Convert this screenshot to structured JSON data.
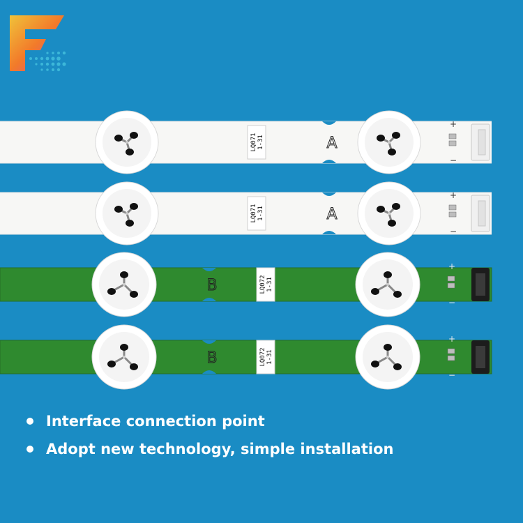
{
  "brand": {
    "logo_letter": "F",
    "colors": [
      "#f27a2a",
      "#f0c23a",
      "#d94a8c",
      "#3cb7d9"
    ]
  },
  "background_color": "#1a8cc4",
  "strips": [
    {
      "color": "white",
      "board_color": "#f7f7f5",
      "label_line1": "LQ071",
      "label_line2": "1-31",
      "letter": "A"
    },
    {
      "color": "white",
      "board_color": "#f7f7f5",
      "label_line1": "LQ071",
      "label_line2": "1-31",
      "letter": "A"
    },
    {
      "color": "green",
      "board_color": "#2f8a2f",
      "label_line1": "LQ072",
      "label_line2": "1-31",
      "letter": "B"
    },
    {
      "color": "green",
      "board_color": "#2f8a2f",
      "label_line1": "LQ072",
      "label_line2": "1-31",
      "letter": "B"
    }
  ],
  "connector_marks": {
    "plus": "+",
    "minus": "−"
  },
  "features": [
    "Interface connection point",
    "Adopt new technology, simple installation"
  ]
}
